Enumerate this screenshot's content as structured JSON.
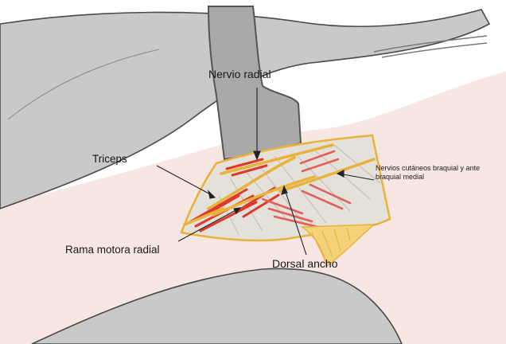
{
  "labels": {
    "nervio_radial": "Nervio radial",
    "triceps": "Triceps",
    "rama_motora_radial": "Rama motora radial",
    "dorsal_ancho": "Dorsal ancho",
    "nervios_cutaneos": "Nervios cutáneos braquial y ante braquial medial"
  },
  "colors": {
    "skin": "#f7e6e1",
    "skin_outline": "#d9c8c4",
    "retractor": "#a9a9a9",
    "retractor_outline": "#555555",
    "nerve": "#e9b23a",
    "triceps_muscle": "#dc3a2c",
    "latissimus_muscle": "#e2605a",
    "fascia": "#dcd8d2",
    "background": "#ffffff"
  }
}
